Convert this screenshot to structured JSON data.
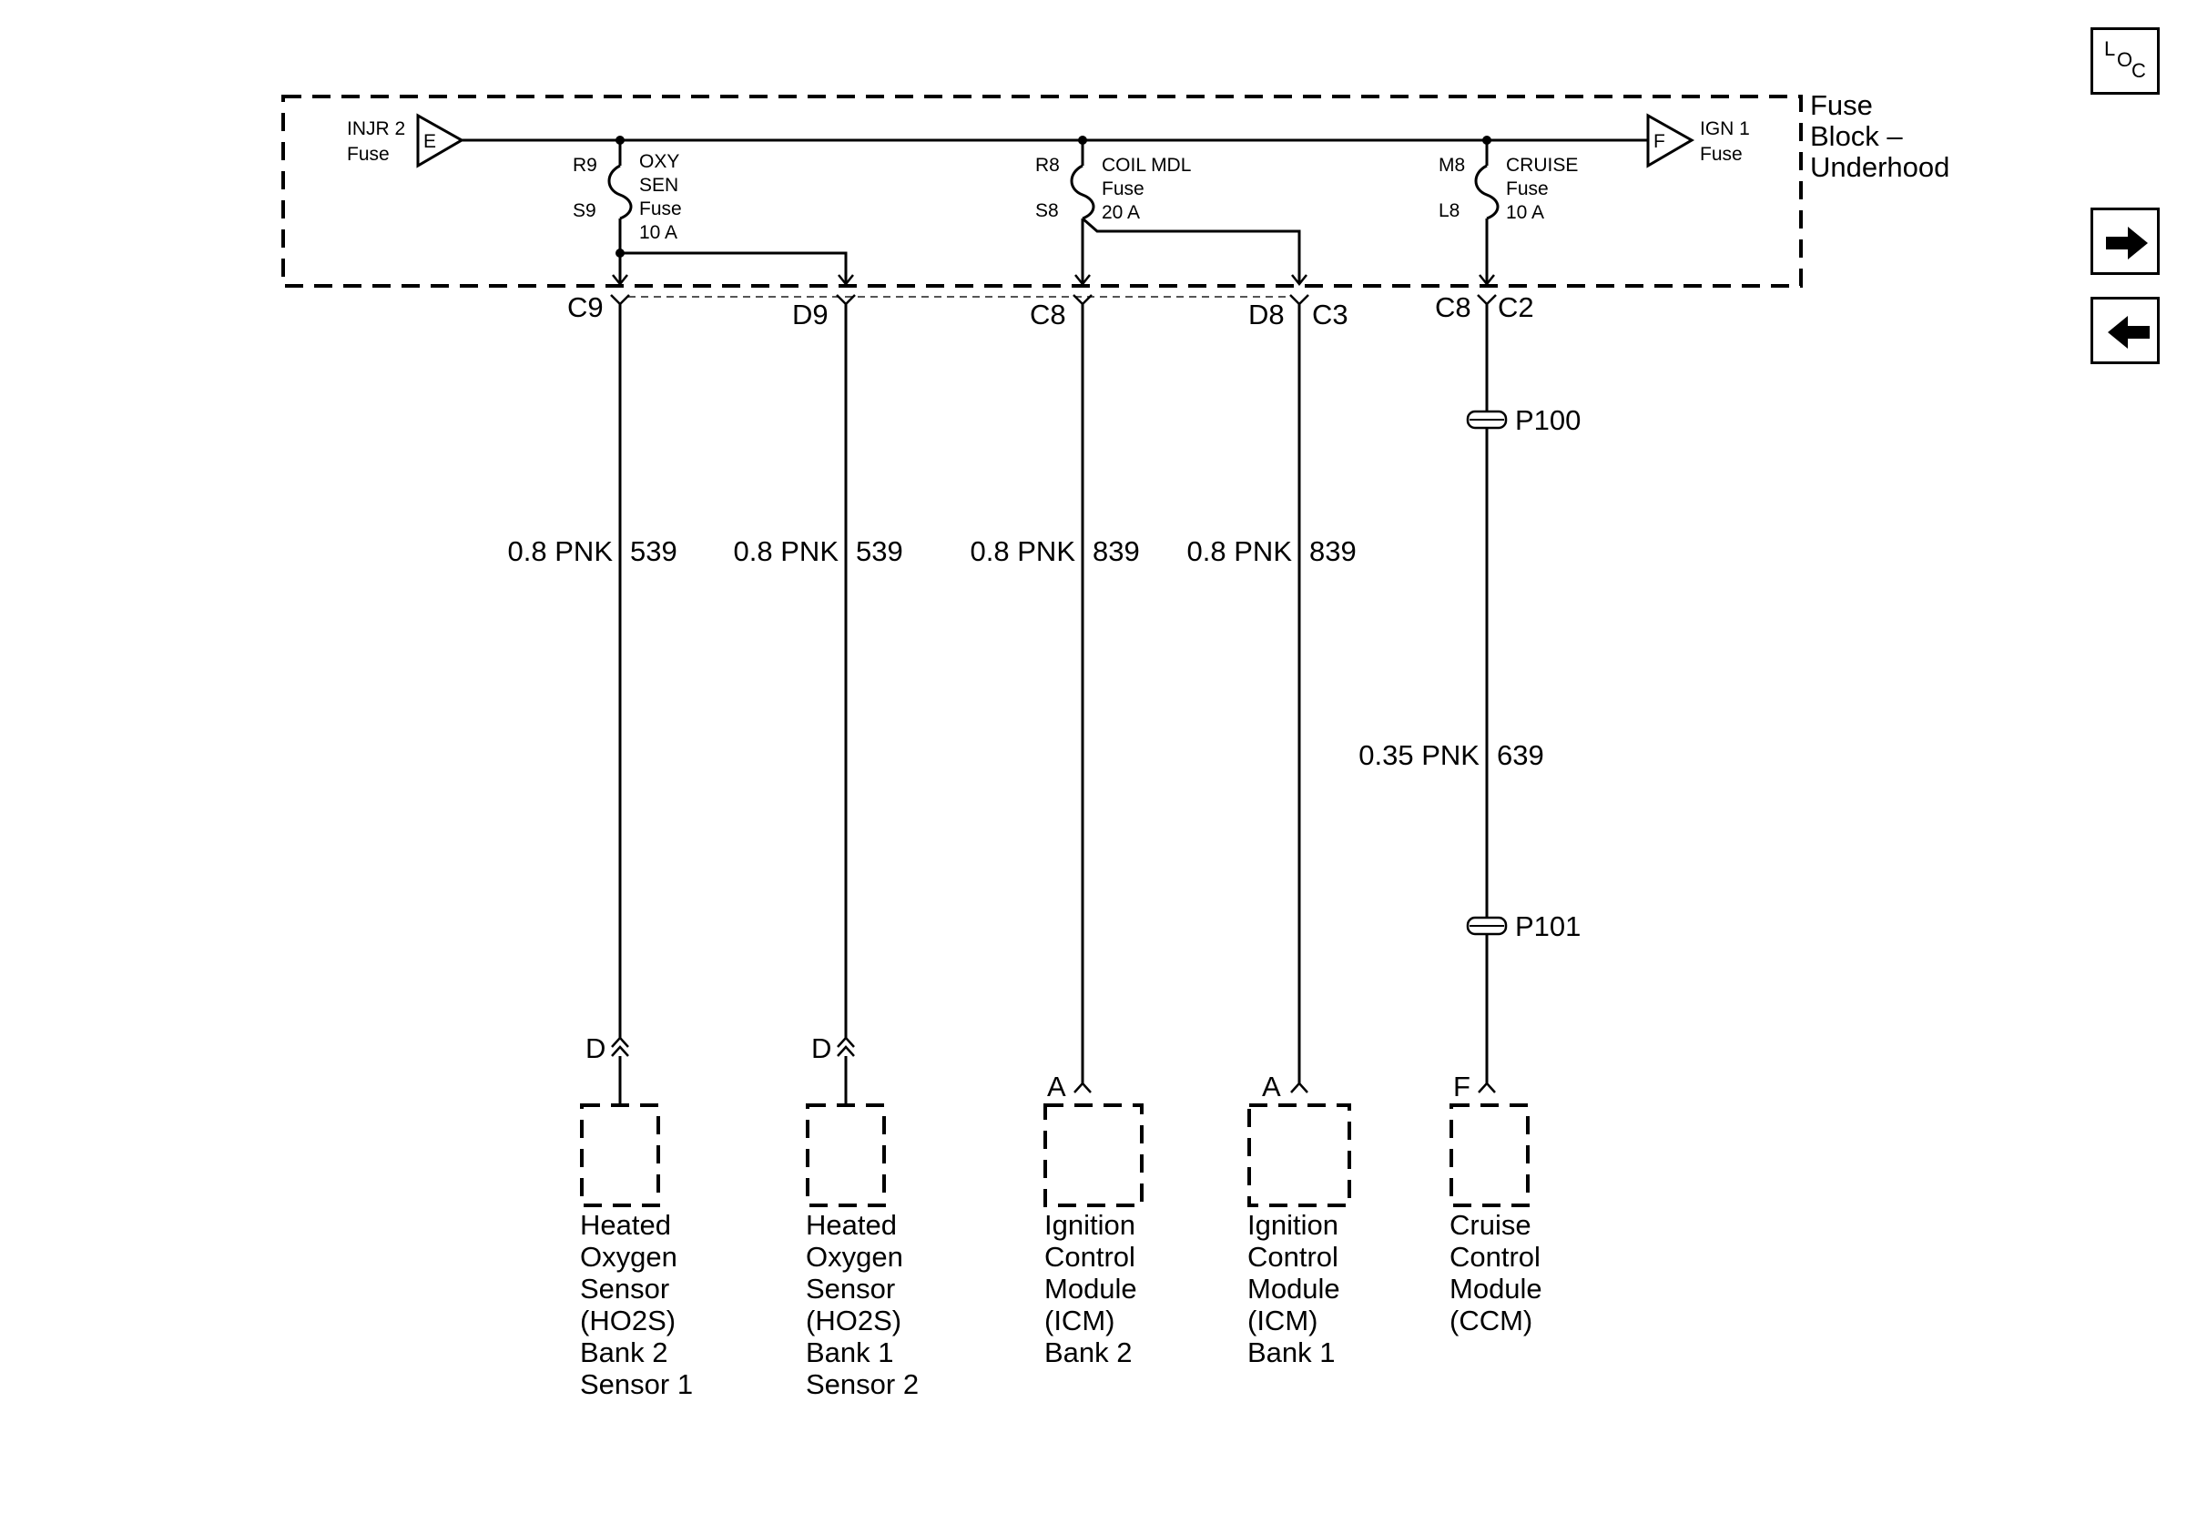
{
  "fuse_block": {
    "title": [
      "Fuse",
      "Block –",
      "Underhood"
    ],
    "input": {
      "label": [
        "INJR 2",
        "Fuse"
      ],
      "letter": "E"
    },
    "output": {
      "label": [
        "IGN 1",
        "Fuse"
      ],
      "letter": "F"
    },
    "fuses": [
      {
        "top_pin": "R9",
        "bottom_pin": "S9",
        "name": [
          "OXY",
          "SEN",
          "Fuse",
          "10 A"
        ]
      },
      {
        "top_pin": "R8",
        "bottom_pin": "S8",
        "name": [
          "COIL MDL",
          "Fuse",
          "20 A"
        ]
      },
      {
        "top_pin": "M8",
        "bottom_pin": "L8",
        "name": [
          "CRUISE",
          "Fuse",
          "10 A"
        ]
      }
    ]
  },
  "connectors": {
    "c9": "C9",
    "d9": "D9",
    "c8": "C8",
    "d8": "D8",
    "c3": "C3",
    "c8b": "C8",
    "c2": "C2"
  },
  "splices": [
    "P100",
    "P101"
  ],
  "wires": [
    {
      "size_color": "0.8 PNK",
      "circuit": "539"
    },
    {
      "size_color": "0.8 PNK",
      "circuit": "539"
    },
    {
      "size_color": "0.8 PNK",
      "circuit": "839"
    },
    {
      "size_color": "0.8 PNK",
      "circuit": "839"
    },
    {
      "size_color": "0.35 PNK",
      "circuit": "639"
    }
  ],
  "components": [
    {
      "pin": "D",
      "name": [
        "Heated",
        "Oxygen",
        "Sensor",
        "(HO2S)",
        "Bank 2",
        "Sensor 1"
      ]
    },
    {
      "pin": "D",
      "name": [
        "Heated",
        "Oxygen",
        "Sensor",
        "(HO2S)",
        "Bank 1",
        "Sensor 2"
      ]
    },
    {
      "pin": "A",
      "name": [
        "Ignition",
        "Control",
        "Module",
        "(ICM)",
        "Bank 2"
      ]
    },
    {
      "pin": "A",
      "name": [
        "Ignition",
        "Control",
        "Module",
        "(ICM)",
        "Bank 1"
      ]
    },
    {
      "pin": "F",
      "name": [
        "Cruise",
        "Control",
        "Module",
        "(CCM)"
      ]
    }
  ],
  "nav": {
    "loc_icon": "location-icon",
    "loc_letters": [
      "L",
      "O",
      "C"
    ],
    "next_icon": "arrow-right-icon",
    "prev_icon": "arrow-left-icon"
  }
}
